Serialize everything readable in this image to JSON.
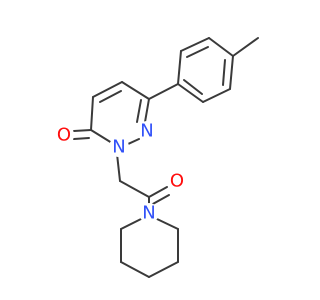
{
  "colors": {
    "background": "#ffffff",
    "bond": "#3a3a3a",
    "nitrogen": "#3050f8",
    "oxygen": "#ff0d0d"
  },
  "atoms": {
    "o_ketone_ring": {
      "symbol": "O",
      "element": "oxygen"
    },
    "n_ring_a": {
      "symbol": "N",
      "element": "nitrogen"
    },
    "n_ring_b": {
      "symbol": "N",
      "element": "nitrogen"
    },
    "o_amide": {
      "symbol": "O",
      "element": "oxygen"
    },
    "n_piperidine": {
      "symbol": "N",
      "element": "nitrogen"
    }
  }
}
